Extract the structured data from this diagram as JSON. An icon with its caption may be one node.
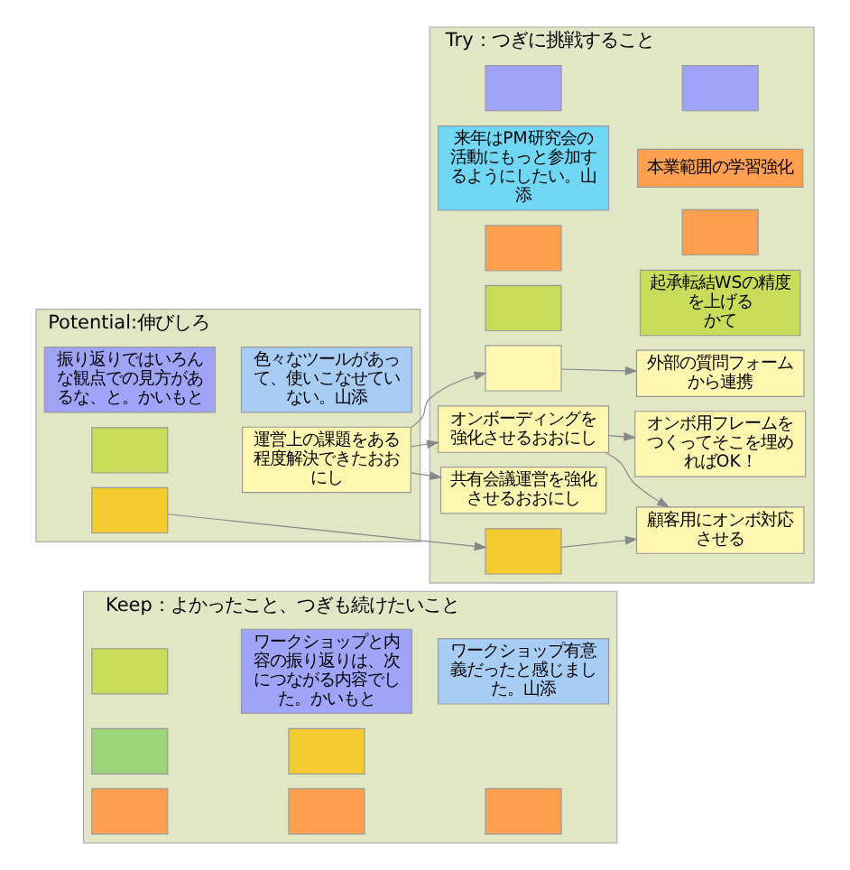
{
  "diagram": {
    "nodes": [
      {
        "text": [
          "Keep：よかったこと、つぎも続けたいこと"
        ]
      },
      {
        "text": [],
        "shape": "box",
        "in": 0
      },
      {
        "text": [
          "ワークショップと内容の振り返りは、次につながる内容でした。かいもと"
        ],
        "in": 0
      },
      {
        "text": [
          "ワークショップ有意義だったと感じました。山添"
        ],
        "in": 0
      },
      {
        "text": [],
        "shape": "box",
        "in": 0
      },
      {
        "text": [],
        "shape": "box",
        "in": 0
      },
      {
        "text": [],
        "shape": "box",
        "in": 0
      },
      {
        "text": [],
        "shape": "box",
        "in": 0
      },
      {
        "text": [],
        "shape": "box",
        "in": 0
      },
      {
        "text": [
          "Try：つぎに挑戦すること"
        ]
      },
      {
        "text": [],
        "shape": "box",
        "in": 9
      },
      {
        "text": [],
        "shape": "box",
        "in": 9
      },
      {
        "text": [
          "来年はPM研究会の活動にもっと参加するようにしたい。山添"
        ],
        "in": 9
      },
      {
        "text": [
          "本業範囲の学習強化"
        ],
        "in": 9
      },
      {
        "text": [],
        "shape": "box",
        "in": 9
      },
      {
        "text": [],
        "shape": "box",
        "in": 9
      },
      {
        "text": [],
        "shape": "box",
        "in": 9
      },
      {
        "text": [
          "起承転結WSの精度を上げる",
          "かて"
        ],
        "in": 9
      },
      {
        "text": [],
        "shape": "box",
        "in": 9
      },
      {
        "text": [
          "外部の質問フォームから連携"
        ],
        "in": 9
      },
      {
        "text": [
          "顧客用にオンボ対応させる"
        ],
        "in": 9
      },
      {
        "text": [
          "オンボーディングを強化させるおおにし"
        ],
        "in": 9
      },
      {
        "text": [
          "オンボ用フレームをつくってそこを埋めればOK！"
        ],
        "in": 9
      },
      {
        "text": [
          "共有会議運営を強化させるおおにし"
        ],
        "in": 9
      },
      {
        "text": [],
        "shape": "box",
        "in": 9
      },
      {
        "text": [
          "Potential:伸びしろ"
        ]
      },
      {
        "text": [
          "振り返りではいろんな観点での見方があるな、と。かいもと"
        ],
        "in": 25
      },
      {
        "text": [
          "色々なツールがあって、使いこなせていない。山添"
        ],
        "in": 25
      },
      {
        "text": [],
        "shape": "box",
        "in": 25
      },
      {
        "text": [
          "運営上の課題をある程度解決できたおおにし"
        ],
        "in": 25
      },
      {
        "text": [],
        "shape": "box",
        "in": 25
      }
    ],
    "edges": [
      {
        "from": 29,
        "to": 18,
        "arrow": "to"
      },
      {
        "from": 29,
        "to": 21,
        "arrow": "to"
      },
      {
        "from": 29,
        "to": 23,
        "arrow": "to"
      },
      {
        "from": 18,
        "to": 19,
        "arrow": "to"
      },
      {
        "from": 21,
        "to": 20,
        "arrow": "to"
      },
      {
        "from": 21,
        "to": 22,
        "arrow": "to"
      },
      {
        "from": 24,
        "to": 20,
        "arrow": "to"
      },
      {
        "from": 30,
        "to": 24,
        "arrow": "to"
      }
    ]
  }
}
